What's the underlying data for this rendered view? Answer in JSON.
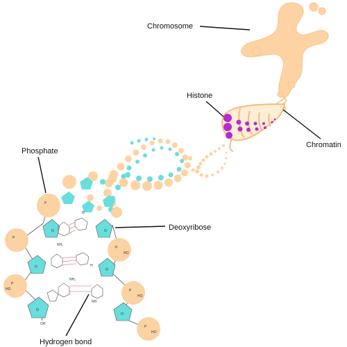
{
  "labels": {
    "chromosome": "Chromosome",
    "histone": "Histone",
    "chromatin": "Chromatin",
    "phosphate": "Phosphate",
    "deoxyribose": "Deoxyribose",
    "hydrogen_bond": "Hydrogen bond"
  },
  "colors": {
    "phosphate_peach": "#fbd2a2",
    "chromosome_peach": "#fdd3a3",
    "sugar_cyan": "#69dedc",
    "histone_purple": "#b52bcf",
    "hbond_red": "#e88a8a",
    "leader_line": "#111111",
    "structure_stroke": "#555555"
  },
  "icons": {
    "phosphate": "circle-with-PO4-structure",
    "deoxyribose": "pentagon-sugar-ring",
    "histone": "purple-sphere"
  },
  "structure_text": {
    "phosphorus": "P",
    "oxygen": "O",
    "hydroxyl": "OH",
    "oh_on_p": "HO",
    "amine": "NH₂",
    "imine": "N",
    "nh": "NH",
    "ring_h": "H"
  }
}
